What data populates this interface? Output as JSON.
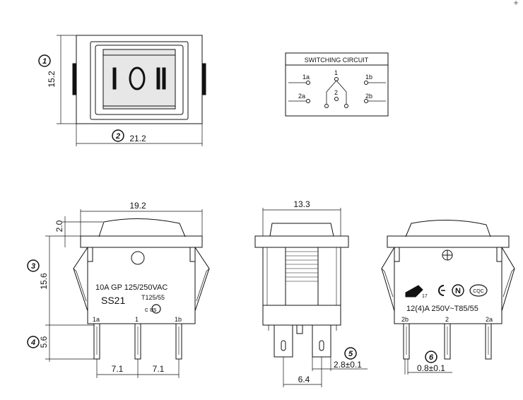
{
  "top_view": {
    "dim_width": "21.2",
    "dim_height": "15.2",
    "marker_width": "2",
    "marker_height": "1",
    "rocker_symbols": "I  O  II"
  },
  "circuit": {
    "title": "SWITCHING CIRCUIT",
    "t_1a": "1a",
    "t_1b": "1b",
    "t_2a": "2a",
    "t_2b": "2b",
    "t_1": "1",
    "t_2": "2"
  },
  "front_view": {
    "dim_width": "19.2",
    "dim_rocker": "2.0",
    "dim_body": "15.6",
    "dim_terminal": "5.6",
    "dim_pitch_left": "7.1",
    "dim_pitch_right": "7.1",
    "marker_body": "3",
    "marker_terminal": "4",
    "rating": "10A GP 125/250VAC",
    "temp": "T125/55",
    "model": "SS21",
    "cert": "c   us",
    "term_1a": "1a",
    "term_1": "1",
    "term_1b": "1b"
  },
  "side_view": {
    "dim_width": "13.3",
    "dim_tab_spacing": "6.4",
    "dim_tab_width": "2.8±0.1",
    "marker_tab": "5"
  },
  "rear_view": {
    "rating": "12(4)A  250V~T85/55",
    "cert_17": "17",
    "cert_n": "N",
    "cert_cqc": "CQC",
    "term_2b": "2b",
    "term_2": "2",
    "term_2a": "2a",
    "dim_tab_thickness": "0.8±0.1",
    "marker_thickness": "6"
  }
}
